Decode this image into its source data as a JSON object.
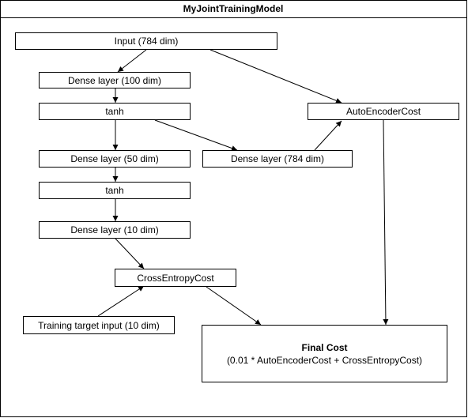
{
  "diagram": {
    "title": "MyJointTrainingModel",
    "nodes": {
      "input": "Input (784 dim)",
      "dense100": "Dense layer (100 dim)",
      "tanh1": "tanh",
      "dense50": "Dense layer (50 dim)",
      "tanh2": "tanh",
      "dense10": "Dense layer (10 dim)",
      "dense784": "Dense layer (784 dim)",
      "autoencoder": "AutoEncoderCost",
      "crossentropy": "CrossEntropyCost",
      "target": "Training target input (10 dim)",
      "final_title": "Final Cost",
      "final_formula": "(0.01 * AutoEncoderCost + CrossEntropyCost)"
    },
    "edges": [
      {
        "from": "input",
        "to": "dense100"
      },
      {
        "from": "input",
        "to": "autoencoder"
      },
      {
        "from": "dense100",
        "to": "tanh1"
      },
      {
        "from": "tanh1",
        "to": "dense50"
      },
      {
        "from": "tanh1",
        "to": "dense784"
      },
      {
        "from": "dense784",
        "to": "autoencoder"
      },
      {
        "from": "dense50",
        "to": "tanh2"
      },
      {
        "from": "tanh2",
        "to": "dense10"
      },
      {
        "from": "dense10",
        "to": "crossentropy"
      },
      {
        "from": "target",
        "to": "crossentropy"
      },
      {
        "from": "crossentropy",
        "to": "final"
      },
      {
        "from": "autoencoder",
        "to": "final"
      }
    ]
  }
}
